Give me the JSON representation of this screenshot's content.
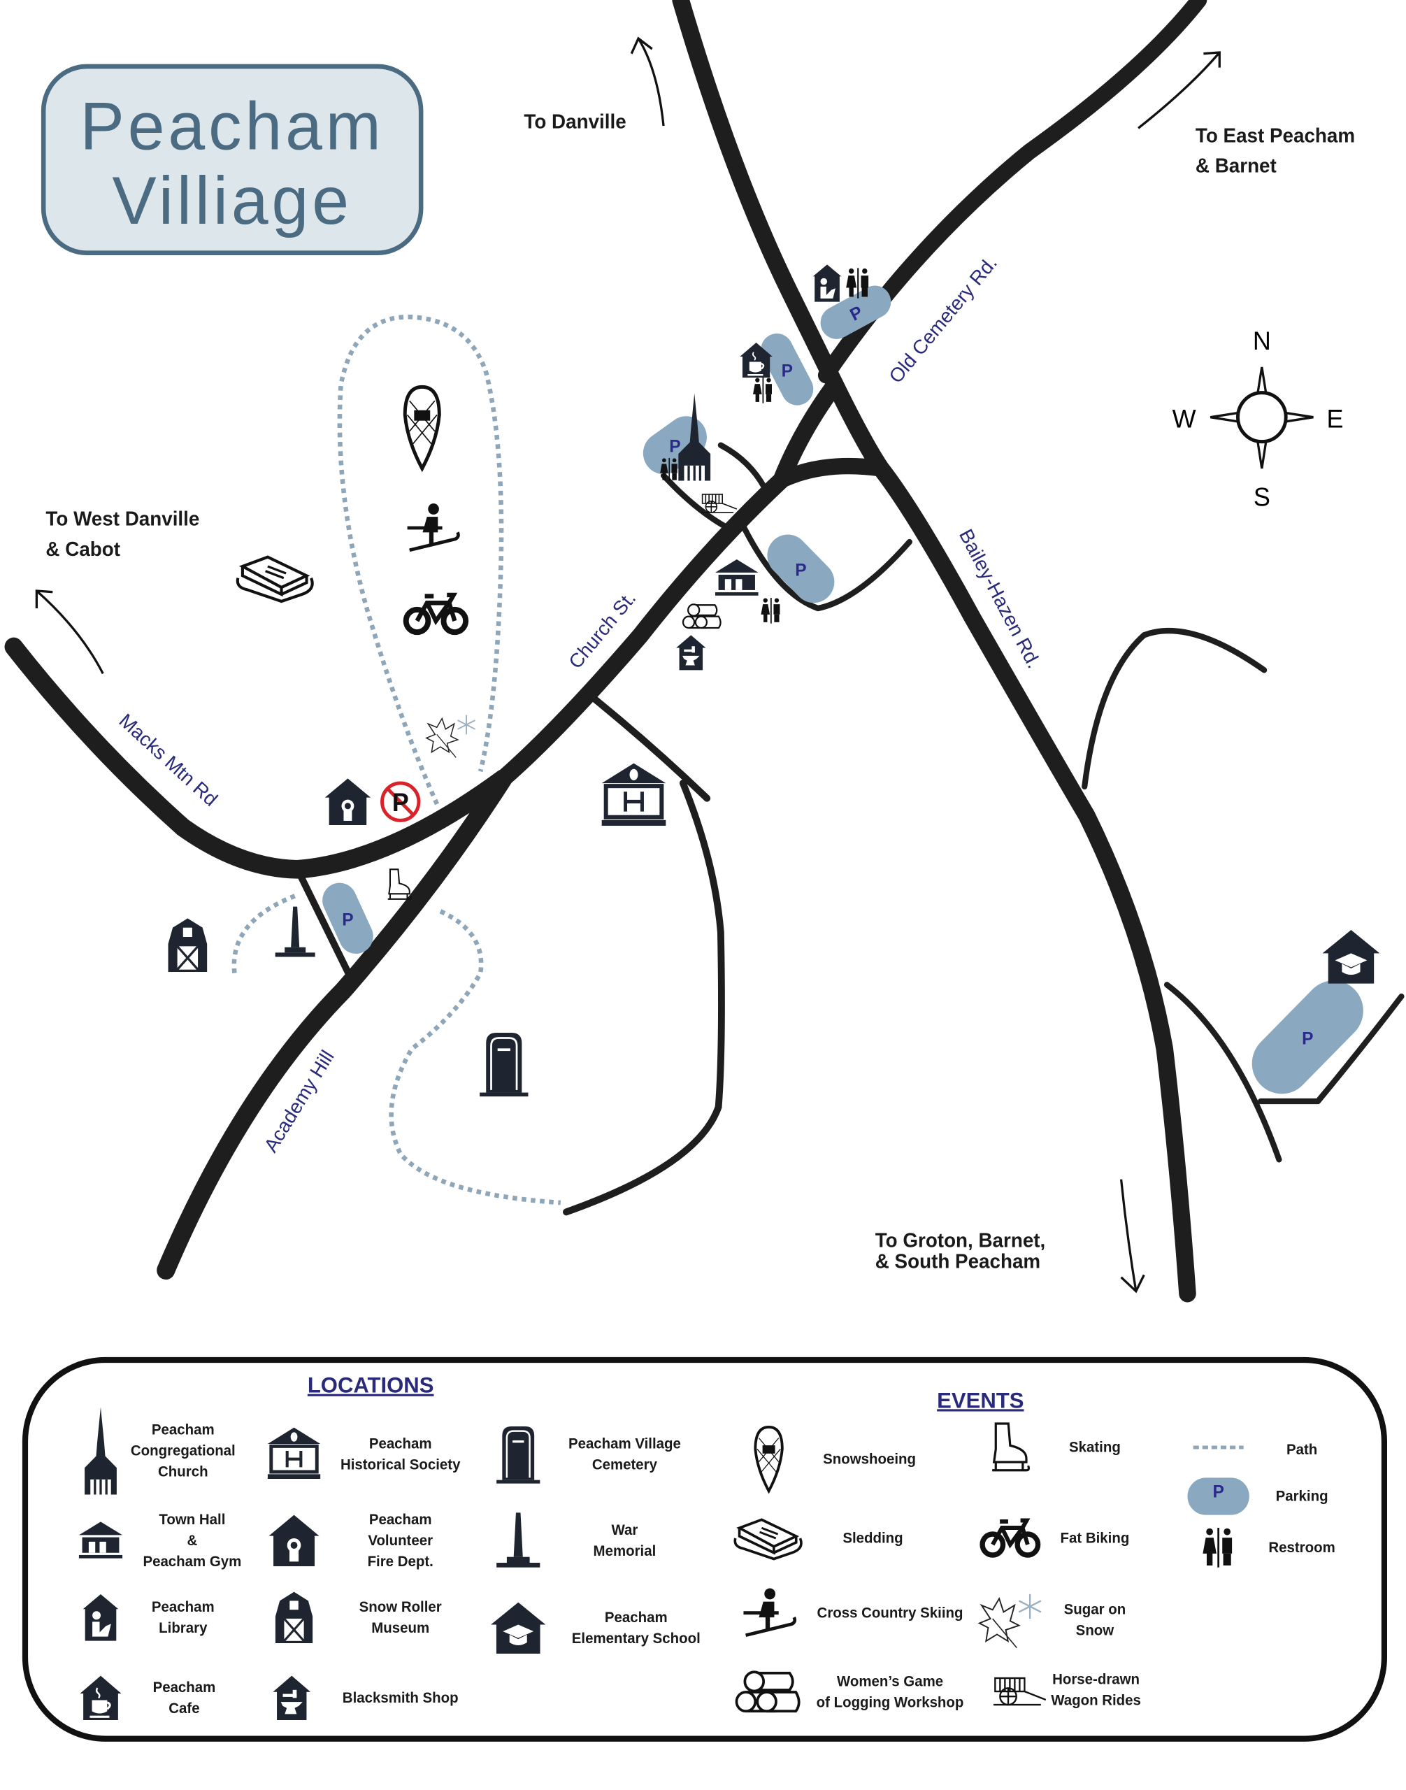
{
  "title": {
    "line1": "Peacham",
    "line2": "Villiage"
  },
  "destinations": {
    "danville": "To Danville",
    "east": [
      "To East Peacham",
      "& Barnet"
    ],
    "west": [
      "To West Danville",
      "& Cabot"
    ],
    "south": [
      "To Groton, Barnet,",
      "& South Peacham"
    ]
  },
  "roads": {
    "old_cemetery": "Old Cemetery Rd.",
    "church": "Church St.",
    "bailey": "Bailey-Hazen Rd.",
    "macks": "Macks Mtn Rd",
    "academy": "Academy Hill"
  },
  "compass": {
    "n": "N",
    "s": "S",
    "e": "E",
    "w": "W"
  },
  "parking_label": "P",
  "legend": {
    "locations_title": "LOCATIONS",
    "events_title": "EVENTS",
    "locations": [
      {
        "icon": "church-icon",
        "lines": [
          "Peacham",
          "Congregational",
          "Church"
        ]
      },
      {
        "icon": "historical-society-icon",
        "lines": [
          "Peacham",
          "Historical Society"
        ]
      },
      {
        "icon": "cemetery-icon",
        "lines": [
          "Peacham  Village",
          "Cemetery"
        ]
      },
      {
        "icon": "town-hall-icon",
        "lines": [
          "Town Hall",
          "&",
          "Peacham Gym"
        ]
      },
      {
        "icon": "fire-dept-icon",
        "lines": [
          "Peacham",
          "Volunteer",
          "Fire Dept."
        ]
      },
      {
        "icon": "war-memorial-icon",
        "lines": [
          "War",
          "Memorial"
        ]
      },
      {
        "icon": "library-icon",
        "lines": [
          "Peacham",
          "Library"
        ]
      },
      {
        "icon": "barn-icon",
        "lines": [
          "Snow Roller",
          "Museum"
        ]
      },
      {
        "icon": "school-icon",
        "lines": [
          "Peacham",
          "Elementary School"
        ]
      },
      {
        "icon": "cafe-icon",
        "lines": [
          "Peacham",
          "Cafe"
        ]
      },
      {
        "icon": "blacksmith-icon",
        "lines": [
          "Blacksmith Shop"
        ]
      }
    ],
    "events": [
      {
        "icon": "snowshoe-icon",
        "lines": [
          "Snowshoeing"
        ]
      },
      {
        "icon": "skate-icon",
        "lines": [
          "Skating"
        ]
      },
      {
        "icon": "path-icon",
        "lines": [
          "Path"
        ]
      },
      {
        "icon": "sled-icon",
        "lines": [
          "Sledding"
        ]
      },
      {
        "icon": "bike-icon",
        "lines": [
          "Fat Biking"
        ]
      },
      {
        "icon": "parking-icon",
        "lines": [
          "Parking"
        ]
      },
      {
        "icon": "skier-icon",
        "lines": [
          "Cross Country Skiing"
        ]
      },
      {
        "icon": "leaf-snow-icon",
        "lines": [
          "Sugar on",
          "Snow"
        ]
      },
      {
        "icon": "restroom-icon",
        "lines": [
          "Restroom"
        ]
      },
      {
        "icon": "logs-icon",
        "lines": [
          "Women’s Game",
          "of Logging Workshop"
        ]
      },
      {
        "icon": "wagon-icon",
        "lines": [
          "Horse-drawn",
          "Wagon Rides"
        ]
      }
    ]
  },
  "colors": {
    "road": "#1e1e1e",
    "path": "#8ea6b8",
    "parking": "#8aa9c0",
    "title": "#4a6b82",
    "title_bg": "#dde6ea",
    "label": "#2a2a7a",
    "icon": "#1e2530"
  }
}
